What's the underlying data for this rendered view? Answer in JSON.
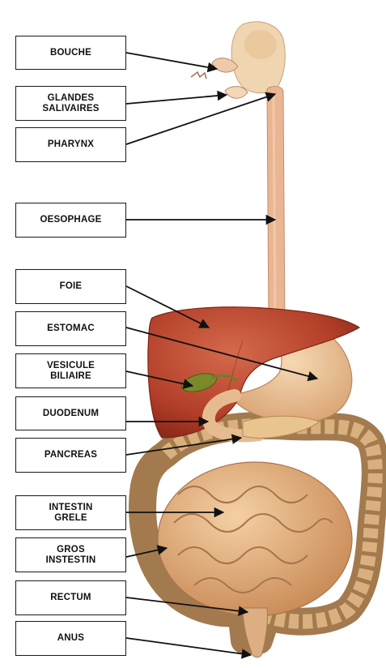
{
  "diagram": {
    "labels": [
      {
        "id": "bouche",
        "lines": [
          "BOUCHE"
        ]
      },
      {
        "id": "glandes",
        "lines": [
          "GLANDES",
          "SALIVAIRES"
        ]
      },
      {
        "id": "pharynx",
        "lines": [
          "PHARYNX"
        ]
      },
      {
        "id": "oesophage",
        "lines": [
          "OESOPHAGE"
        ]
      },
      {
        "id": "foie",
        "lines": [
          "FOIE"
        ]
      },
      {
        "id": "estomac",
        "lines": [
          "ESTOMAC"
        ]
      },
      {
        "id": "vesicule",
        "lines": [
          "VESICULE",
          "BILIAIRE"
        ]
      },
      {
        "id": "duodenum",
        "lines": [
          "DUODENUM"
        ]
      },
      {
        "id": "pancreas",
        "lines": [
          "PANCREAS"
        ]
      },
      {
        "id": "intestin",
        "lines": [
          "INTESTIN",
          "GRELE"
        ]
      },
      {
        "id": "gros",
        "lines": [
          "GROS",
          "INSTESTIN"
        ]
      },
      {
        "id": "rectum",
        "lines": [
          "RECTUM"
        ]
      },
      {
        "id": "anus",
        "lines": [
          "ANUS"
        ]
      }
    ],
    "colors": {
      "liver": "#b8402a",
      "tube": "#e8b48c",
      "colon": "#c69a6a",
      "small_intestine": "#e2b486",
      "gallbladder": "#7a8a2a",
      "arrow": "#111111"
    }
  }
}
